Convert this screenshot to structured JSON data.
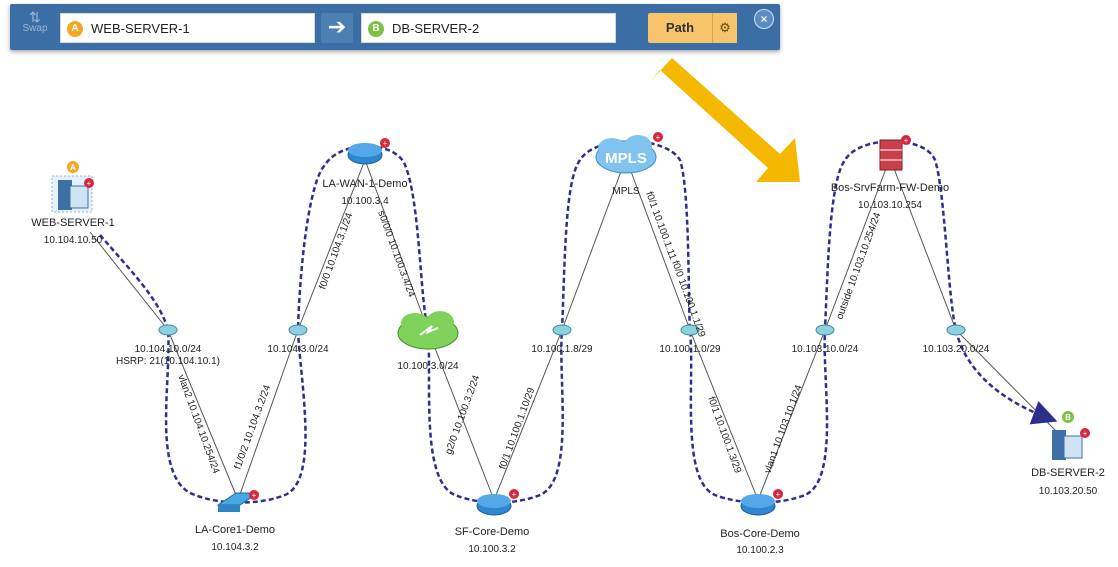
{
  "toolbar": {
    "swap_label": "Swap",
    "source": {
      "badge": "A",
      "value": "WEB-SERVER-1"
    },
    "destination": {
      "badge": "B",
      "value": "DB-SERVER-2"
    },
    "path_label": "Path"
  },
  "devices": {
    "web_server": {
      "name": "WEB-SERVER-1",
      "ip": "10.104.10.50",
      "badge": "A"
    },
    "la_wan": {
      "name": "LA-WAN-1-Demo",
      "ip": "10.100.3.4"
    },
    "mpls": {
      "name": "MPLS",
      "cloud_label": "MPLS"
    },
    "bos_fw": {
      "name": "Bos-SrvFarm-FW-Demo",
      "ip": "10.103.10.254"
    },
    "db_server": {
      "name": "DB-SERVER-2",
      "ip": "10.103.20.50",
      "badge": "B"
    },
    "la_core": {
      "name": "LA-Core1-Demo",
      "ip": "10.104.3.2"
    },
    "sf_core": {
      "name": "SF-Core-Demo",
      "ip": "10.100.3.2"
    },
    "bos_core": {
      "name": "Bos-Core-Demo",
      "ip": "10.100.2.3"
    },
    "wan_cloud": {
      "ip": "10.100.3.0/24"
    }
  },
  "subnets": {
    "s1": {
      "name": "10.104.10.0/24",
      "extra": "HSRP: 21(10.104.10.1)"
    },
    "s2": {
      "name": "10.104.3.0/24"
    },
    "s3": {
      "name": "10.100.1.8/29"
    },
    "s4": {
      "name": "10.100.1.0/29"
    },
    "s5": {
      "name": "10.103.10.0/24"
    },
    "s6": {
      "name": "10.103.20.0/24"
    }
  },
  "interfaces": {
    "vlan_la": "vlan2 10.104.10.254/24",
    "f10_la": "f1/0/2 10.104.3.2/24",
    "f0_lawan": "f0/0 10.104.3.1/24",
    "s000_lawan": "s0/0/0 10.100.3.4/24",
    "g20_sf": "g2/0 10.100.3.2/24",
    "f01_sf": "f0/1 10.100.1.10/29",
    "mpls_a": "f0/1 10.100.1.11",
    "mpls_b": "f0/0 10.100.1.1/29",
    "f01_bos": "f0/1 10.100.1.3/29",
    "vlan1_bos": "vlan1 10.103.10.1/24",
    "outside_fw": "outside 10.103.10.254/24"
  },
  "colors": {
    "toolbar_bg": "#3a6ea5",
    "path_dash": "#2e2e8c",
    "highlight_arrow": "#f5b800",
    "path_button": "#f7c46b"
  }
}
